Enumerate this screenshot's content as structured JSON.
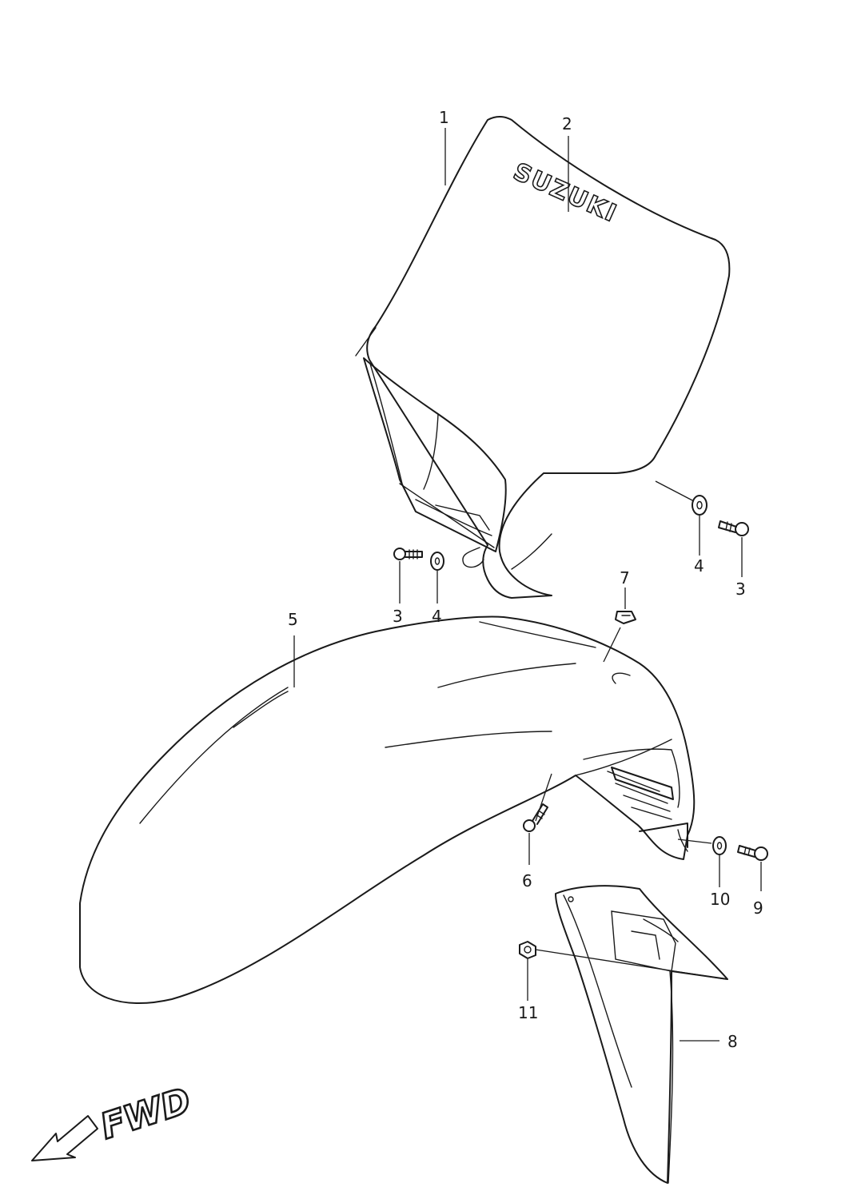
{
  "diagram": {
    "brand_text": "SUZUKI",
    "direction_label": "FWD",
    "callouts": {
      "c1": "1",
      "c2": "2",
      "c3a": "3",
      "c4a": "4",
      "c3b": "3",
      "c4b": "4",
      "c5": "5",
      "c6": "6",
      "c7": "7",
      "c8": "8",
      "c9": "9",
      "c10": "10",
      "c11": "11"
    },
    "colors": {
      "line": "#1a1a1a",
      "background": "#ffffff"
    }
  }
}
